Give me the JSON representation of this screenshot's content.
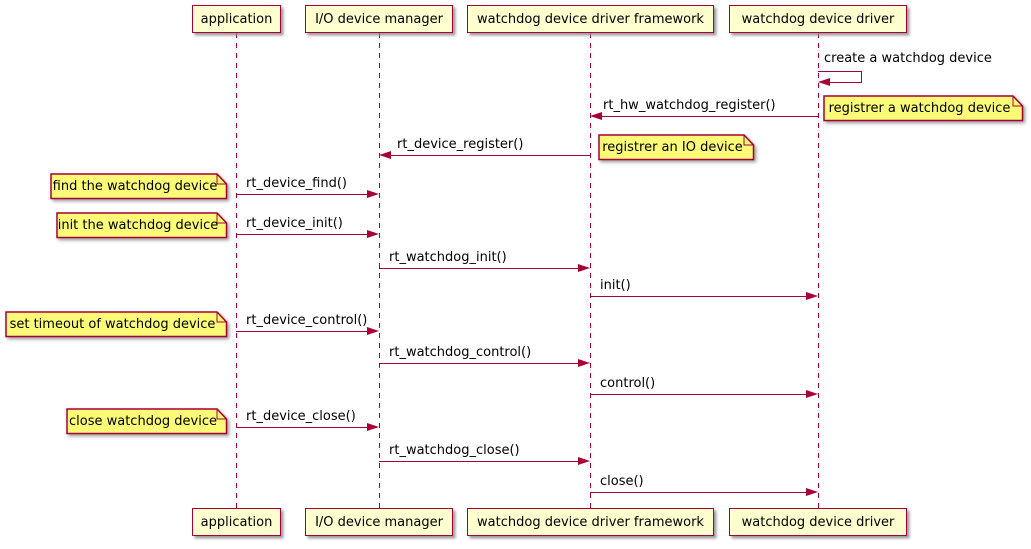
{
  "participants": [
    {
      "label": "application"
    },
    {
      "label": "I/O device manager"
    },
    {
      "label": "watchdog device driver framework"
    },
    {
      "label": "watchdog device driver"
    }
  ],
  "messages": [
    {
      "label": "create a watchdog device",
      "from": "watchdog device driver",
      "to": "watchdog device driver",
      "type": "self"
    },
    {
      "label": "rt_hw_watchdog_register()",
      "from": "watchdog device driver",
      "to": "watchdog device driver framework",
      "type": "call"
    },
    {
      "label": "rt_device_register()",
      "from": "watchdog device driver framework",
      "to": "I/O device manager",
      "type": "call"
    },
    {
      "label": "rt_device_find()",
      "from": "application",
      "to": "I/O device manager",
      "type": "call"
    },
    {
      "label": "rt_device_init()",
      "from": "application",
      "to": "I/O device manager",
      "type": "call"
    },
    {
      "label": "rt_watchdog_init()",
      "from": "I/O device manager",
      "to": "watchdog device driver framework",
      "type": "call"
    },
    {
      "label": "init()",
      "from": "watchdog device driver framework",
      "to": "watchdog device driver",
      "type": "call"
    },
    {
      "label": "rt_device_control()",
      "from": "application",
      "to": "I/O device manager",
      "type": "call"
    },
    {
      "label": "rt_watchdog_control()",
      "from": "I/O device manager",
      "to": "watchdog device driver framework",
      "type": "call"
    },
    {
      "label": "control()",
      "from": "watchdog device driver framework",
      "to": "watchdog device driver",
      "type": "call"
    },
    {
      "label": "rt_device_close()",
      "from": "application",
      "to": "I/O device manager",
      "type": "call"
    },
    {
      "label": "rt_watchdog_close()",
      "from": "I/O device manager",
      "to": "watchdog device driver framework",
      "type": "call"
    },
    {
      "label": "close()",
      "from": "watchdog device driver framework",
      "to": "watchdog device driver",
      "type": "call"
    }
  ],
  "notes": [
    {
      "label": "registrer a watchdog device",
      "anchor": "watchdog device driver",
      "side": "right"
    },
    {
      "label": "registrer an IO device",
      "anchor": "watchdog device driver framework",
      "side": "right"
    },
    {
      "label": "find the watchdog device",
      "anchor": "application",
      "side": "left"
    },
    {
      "label": "init the watchdog device",
      "anchor": "application",
      "side": "left"
    },
    {
      "label": "set timeout of watchdog device",
      "anchor": "application",
      "side": "left"
    },
    {
      "label": "close watchdog device",
      "anchor": "application",
      "side": "left"
    }
  ],
  "colors": {
    "participant_fill": "#FEFECE",
    "note_fill": "#FBFB77",
    "border": "#A80036",
    "arrow": "#A80036",
    "lifeline": "#A80036",
    "text": "#000000"
  }
}
